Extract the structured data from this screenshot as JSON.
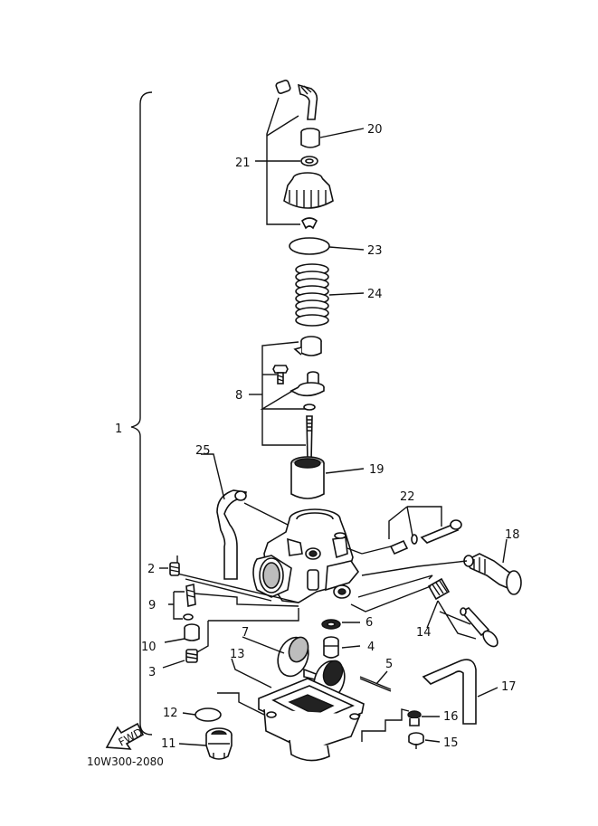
{
  "callouts": {
    "n1": "1",
    "n2": "2",
    "n3": "3",
    "n4": "4",
    "n5": "5",
    "n6": "6",
    "n7": "7",
    "n8": "8",
    "n9": "9",
    "n10": "10",
    "n11": "11",
    "n12": "12",
    "n13": "13",
    "n14": "14",
    "n15": "15",
    "n16": "16",
    "n17": "17",
    "n18": "18",
    "n19": "19",
    "n20": "20",
    "n21": "21",
    "n22": "22",
    "n23": "23",
    "n24": "24",
    "n25": "25"
  },
  "fwd_arrow": "FWD",
  "drawing_code": "10W300-2080"
}
